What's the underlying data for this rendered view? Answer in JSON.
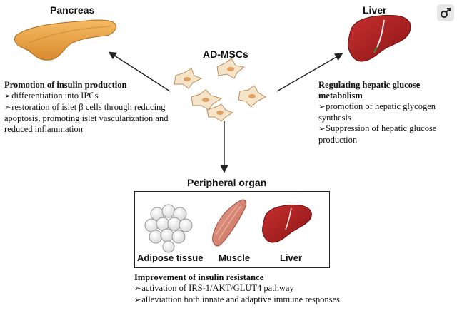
{
  "top": {
    "pancreas_label": "Pancreas",
    "liver_label": "Liver",
    "center_label": "AD-MSCs"
  },
  "left_panel": {
    "title": "Promotion of insulin production",
    "items": [
      "differentiation into IPCs",
      "restoration of islet β cells through reducing apoptosis, promoting islet vascularization and reduced inflammation"
    ]
  },
  "right_panel": {
    "title_line1": "Regulating hepatic glucose",
    "title_line2": "metabolism",
    "items": [
      "promotion of hepatic glycogen synthesis",
      "Suppression of hepatic glucose production"
    ]
  },
  "peripheral": {
    "title": "Peripheral organ",
    "organs": [
      "Adipose tissue",
      "Muscle",
      "Liver"
    ]
  },
  "bottom_panel": {
    "title": "Improvement of insulin resistance",
    "items": [
      "activation of IRS-1/AKT/GLUT4 pathway",
      "alleviattion both innate and adaptive immune responses"
    ]
  },
  "icons": {
    "corner": "gender-male-icon",
    "bullet": "arrowhead-bullet-icon"
  },
  "colors": {
    "pancreas": "#e8a24a",
    "liver": "#a81c1c",
    "cell_fill": "#f6e4c8",
    "cell_nucleus": "#e0a060",
    "muscle": "#d98a78"
  }
}
